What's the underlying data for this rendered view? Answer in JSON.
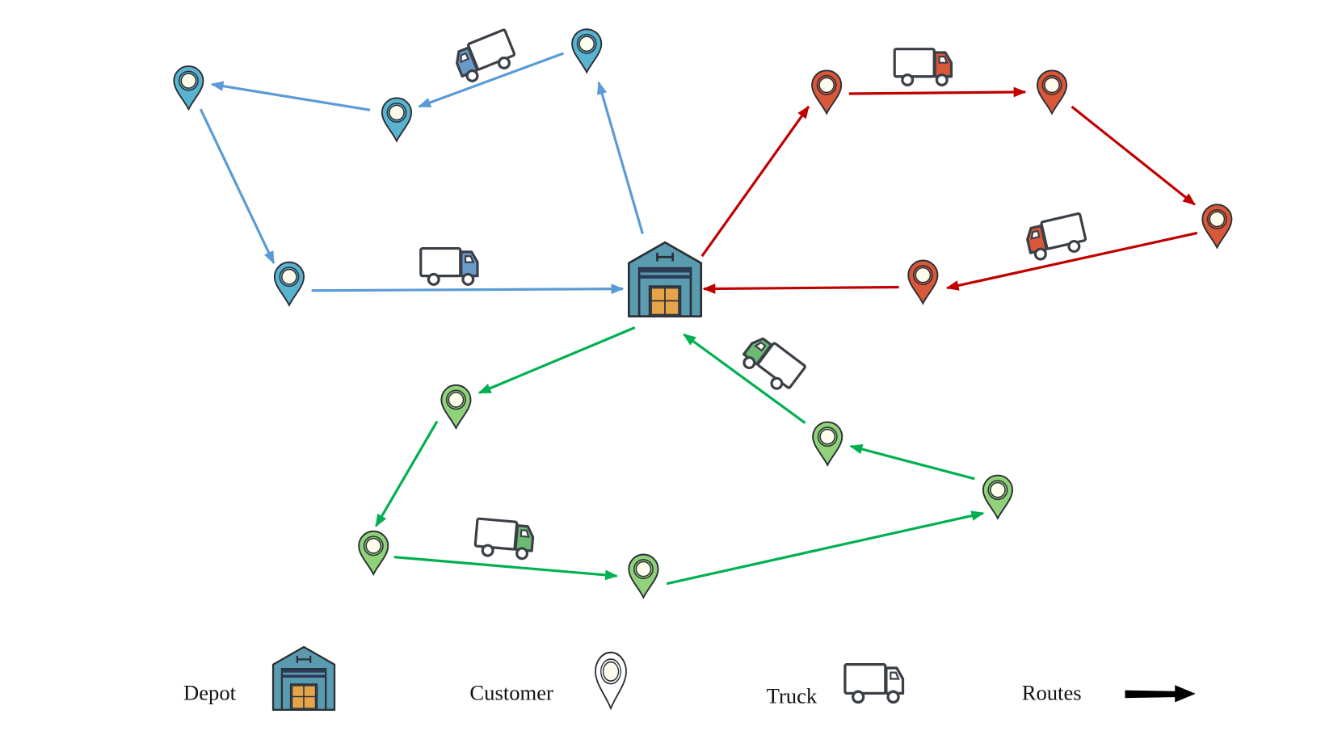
{
  "diagram": {
    "type": "vehicle-routing",
    "colors": {
      "blue_route": "#5b9bd5",
      "red_route": "#c00000",
      "green_route": "#00b050",
      "blue_pin": "#5ab4d0",
      "red_pin": "#d9583a",
      "green_pin": "#8fd27a",
      "depot_wall": "#5a9bb0",
      "depot_boxes": "#e5a44a",
      "truck_blue_cab": "#6a9ac8",
      "truck_red_cab": "#d9583a",
      "truck_green_cab": "#6dbb73",
      "outline": "#2b2f36",
      "pin_center": "#fdfbea"
    },
    "depot": {
      "id": "depot",
      "label": "Depot"
    },
    "routes": [
      {
        "name": "blue-route",
        "color_key": "blue",
        "stops": [
          "depot",
          "B1",
          "B2",
          "B3",
          "B4",
          "depot"
        ],
        "nodes": {
          "B1": "customer",
          "B2": "customer",
          "B3": "customer",
          "B4": "customer"
        }
      },
      {
        "name": "red-route",
        "color_key": "red",
        "stops": [
          "depot",
          "R1",
          "R2",
          "R3",
          "R4",
          "depot"
        ],
        "nodes": {
          "R1": "customer",
          "R2": "customer",
          "R3": "customer",
          "R4": "customer"
        }
      },
      {
        "name": "green-route",
        "color_key": "green",
        "stops": [
          "depot",
          "G1",
          "G2",
          "G3",
          "G4",
          "G5",
          "depot"
        ],
        "nodes": {
          "G1": "customer",
          "G2": "customer",
          "G3": "customer",
          "G4": "customer",
          "G5": "customer"
        }
      }
    ],
    "truck_count": 6
  },
  "legend": {
    "depot": "Depot",
    "customer": "Customer",
    "truck": "Truck",
    "routes": "Routes"
  }
}
